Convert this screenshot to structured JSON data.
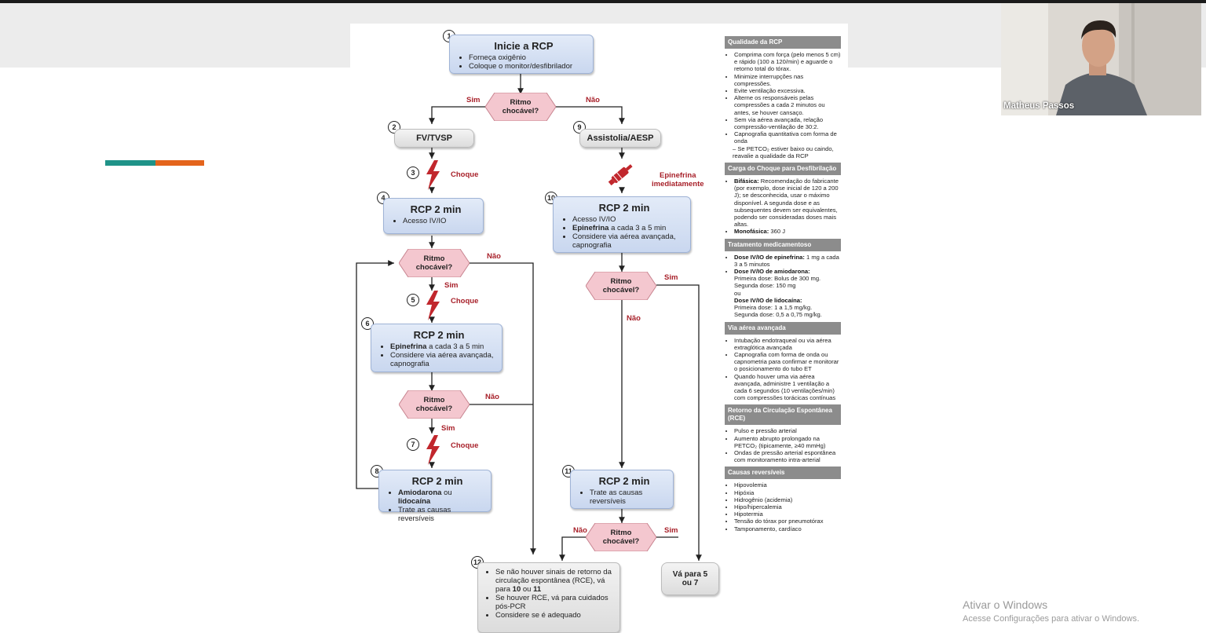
{
  "chart_colors": {
    "accent_teal": "#1f9388",
    "accent_orange": "#e4641c",
    "arrow_red": "#a8212a",
    "box_blue": "#c9d7ef",
    "diamond_pink": "#f4c7cf"
  },
  "flowchart": {
    "box1": {
      "num": "1",
      "title": "Inicie a RCP",
      "items": [
        "Forneça oxigênio",
        "Coloque o monitor/desfibrilador"
      ]
    },
    "decision_top": {
      "line1": "Ritmo",
      "line2": "chocável?",
      "yes": "Sim",
      "no": "Não"
    },
    "box2": {
      "num": "2",
      "title": "FV/TVSP"
    },
    "box9": {
      "num": "9",
      "title": "Assistolia/AESP"
    },
    "step3": {
      "num": "3",
      "label": "Choque"
    },
    "epi": {
      "line1": "Epinefrina",
      "line2": "imediatamente"
    },
    "box4": {
      "num": "4",
      "title": "RCP 2 min",
      "items": [
        "Acesso IV/IO"
      ]
    },
    "box10": {
      "num": "10",
      "title": "RCP 2 min",
      "item1": "Acesso IV/IO",
      "item2_bold": "Epinefrina",
      "item2_rest": " a cada 3 a 5 min",
      "item3": "Considere via aérea avançada, capnografia"
    },
    "decision_a": {
      "line1": "Ritmo",
      "line2": "chocável?",
      "yes": "Sim",
      "no": "Não"
    },
    "step5": {
      "num": "5",
      "label": "Choque"
    },
    "box6": {
      "num": "6",
      "title": "RCP 2 min",
      "item1_bold": "Epinefrina",
      "item1_rest": " a cada 3 a 5 min",
      "item2": "Considere via aérea avançada, capnografia"
    },
    "decision_b": {
      "line1": "Ritmo",
      "line2": "chocável?",
      "yes": "Sim",
      "no": "Não"
    },
    "step7": {
      "num": "7",
      "label": "Choque"
    },
    "box8": {
      "num": "8",
      "title": "RCP 2 min",
      "item1_bold1": "Amiodarona",
      "item1_mid": " ou ",
      "item1_bold2": "lidocaína",
      "item2": "Trate as causas reversíveis"
    },
    "decision_c": {
      "line1": "Ritmo",
      "line2": "chocável?",
      "yes": "Sim",
      "no": "Não"
    },
    "box11": {
      "num": "11",
      "title": "RCP 2 min",
      "items": [
        "Trate as causas reversíveis"
      ]
    },
    "decision_d": {
      "line1": "Ritmo",
      "line2": "chocável?",
      "yes": "Sim",
      "no": "Não"
    },
    "box12": {
      "num": "12",
      "item1_a": "Se não houver sinais de retorno da circulação espontânea (RCE), vá para ",
      "item1_b1": "10",
      "item1_c": " ou ",
      "item1_b2": "11",
      "item2": "Se houver RCE, vá para cuidados pós-PCR",
      "item3": "Considere se é adequado"
    },
    "goto": {
      "line1": "Vá para 5",
      "line2": "ou 7"
    }
  },
  "panel": {
    "quality": {
      "title": "Qualidade da RCP",
      "items": [
        "Comprima com força (pelo menos 5 cm) e rápido (100 a 120/min) e aguarde o retorno total do tórax.",
        "Minimize interrupções nas compressões.",
        "Evite ventilação excessiva.",
        "Alterne os responsáveis pelas compressões a cada 2 minutos ou antes, se houver cansaço.",
        "Sem via aérea avançada, relação compressão-ventilação de 30:2.",
        "Capnografia quantitativa com forma de onda"
      ],
      "sub": "– Se PETCO₂ estiver baixo ou caindo, reavalie a qualidade da RCP"
    },
    "shock": {
      "title": "Carga do Choque para Desfibrilação",
      "bi_bold": "Bifásica:",
      "bi_text": " Recomendação do fabricante (por exemplo, dose inicial de 120 a 200 J); se desconhecida, usar o máximo disponível. A segunda dose e as subsequentes devem ser equivalentes, podendo ser consideradas doses mais altas.",
      "mono_bold": "Monofásica:",
      "mono_text": " 360 J"
    },
    "drugs": {
      "title": "Tratamento medicamentoso",
      "epi_bold": "Dose IV/IO de epinefrina:",
      "epi_text": " 1 mg a cada 3 a 5 minutos",
      "amio_bold": "Dose IV/IO de amiodarona:",
      "amio_l1": "Primeira dose: Bolus de 300 mg.",
      "amio_l2": "Segunda dose: 150 mg",
      "or": "ou",
      "lido_bold": "Dose IV/IO de lidocaína:",
      "lido_l1": "Primeira dose: 1 a 1,5 mg/kg.",
      "lido_l2": "Segunda dose: 0,5 a 0,75 mg/kg."
    },
    "airway": {
      "title": "Via aérea avançada",
      "items": [
        "Intubação endotraqueal ou via aérea extraglótica avançada",
        "Capnografia com forma de onda ou capnometria para confirmar e monitorar o posicionamento do tubo ET",
        "Quando houver uma via aérea avançada, administre 1 ventilação a cada 6 segundos (10 ventilações/min) com compressões torácicas contínuas"
      ]
    },
    "rosc": {
      "title": "Retorno da Circulação Espontânea (RCE)",
      "items": [
        "Pulso e pressão arterial",
        "Aumento abrupto prolongado na PETCO₂ (tipicamente, ≥40 mmHg)",
        "Ondas de pressão arterial espontânea com monitoramento intra-arterial"
      ]
    },
    "causes": {
      "title": "Causas reversíveis",
      "items": [
        "Hipovolemia",
        "Hipóxia",
        "Hidrogênio (acidemia)",
        "Hipo/hipercalemia",
        "Hipotermia",
        "Tensão do tórax por pneumotórax",
        "Tamponamento, cardíaco"
      ]
    }
  },
  "video": {
    "participant": "Matheus Passos"
  },
  "watermark": {
    "line1": "Ativar o Windows",
    "line2": "Acesse Configurações para ativar o Windows."
  }
}
